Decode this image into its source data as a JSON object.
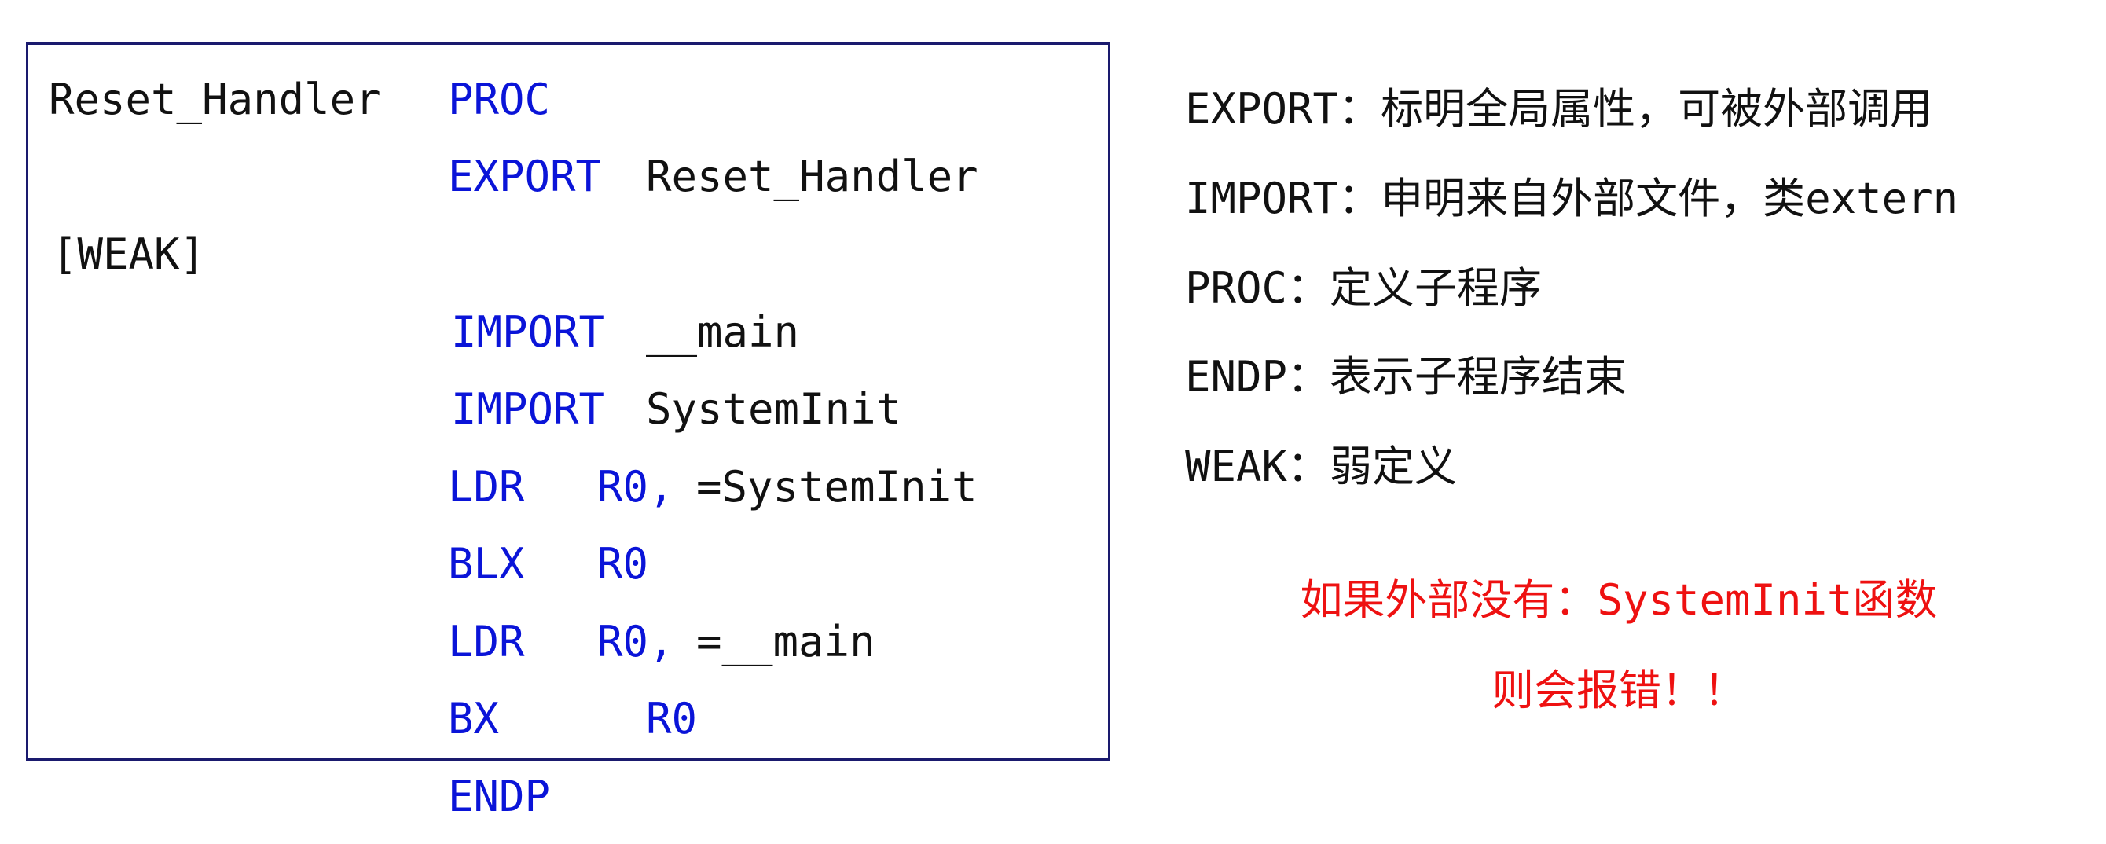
{
  "code": {
    "label": "Reset_Handler",
    "proc": "PROC",
    "export_kw": "EXPORT",
    "export_arg": "Reset_Handler",
    "weak": "[WEAK]",
    "import1_kw": "IMPORT",
    "import1_arg": "__main",
    "import2_kw": "IMPORT",
    "import2_arg": "SystemInit",
    "ldr1_kw": "LDR",
    "ldr1_reg": "R0,",
    "ldr1_arg": "=SystemInit",
    "blx_kw": "BLX",
    "blx_reg": "R0",
    "ldr2_kw": "LDR",
    "ldr2_reg": "R0,",
    "ldr2_arg": "=__main",
    "bx_kw": "BX",
    "bx_reg": "R0",
    "endp": "ENDP"
  },
  "notes": [
    "EXPORT：标明全局属性，可被外部调用",
    "IMPORT：申明来自外部文件，类extern",
    "PROC：定义子程序",
    "ENDP：表示子程序结束",
    "WEAK：弱定义"
  ],
  "warning": {
    "line1": "如果外部没有：SystemInit函数",
    "line2": "则会报错！！"
  },
  "colors": {
    "keyword": "#0a14d8",
    "text": "#111111",
    "warning": "#ee1111",
    "border": "#1a1a6e"
  }
}
